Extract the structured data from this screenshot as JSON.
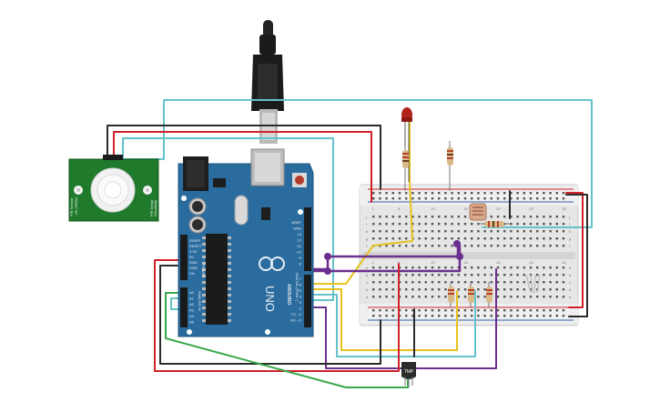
{
  "pir": {
    "label": "PIR Sensor",
    "model": "HC-SR501",
    "side_a": "PIR Delay",
    "side_b": "Sensitivity"
  },
  "arduino": {
    "brand": "ARDUINO",
    "model": "UNO",
    "digital_label": "DIGITAL (PWM~)",
    "analog_label": "ANALOG IN",
    "power_label": "POWER",
    "top_pins": [
      "AREF",
      "GND",
      "13",
      "12",
      "~11",
      "~10",
      "~9",
      "8"
    ],
    "mid_pins": [
      "7",
      "~6",
      "~5",
      "4",
      "~3",
      "2",
      "TX→1",
      "RX←0"
    ],
    "power_pins": [
      "IOREF",
      "RESET",
      "3.3V",
      "5V",
      "GND",
      "GND",
      "Vin"
    ],
    "analog_pins": [
      "A0",
      "A1",
      "A2",
      "A3",
      "A4",
      "A5"
    ]
  },
  "tmp": {
    "label": "TMP"
  },
  "breadboard": {
    "row_letters_top": [
      "j",
      "i",
      "h",
      "g",
      "f"
    ],
    "row_letters_bottom": [
      "e",
      "d",
      "c",
      "b",
      "a"
    ],
    "col_numbers": [
      "1",
      "5",
      "10",
      "15",
      "20",
      "25",
      "30"
    ]
  },
  "colors": {
    "wire_red": "#d0202a",
    "wire_black": "#2a2a2a",
    "wire_cyan": "#64c3c9",
    "wire_yellow": "#e8c21a",
    "wire_purple": "#6b2f8e",
    "wire_green": "#3aa84a",
    "arduino_blue": "#2a6c9e",
    "pir_green": "#1f7a2b"
  }
}
